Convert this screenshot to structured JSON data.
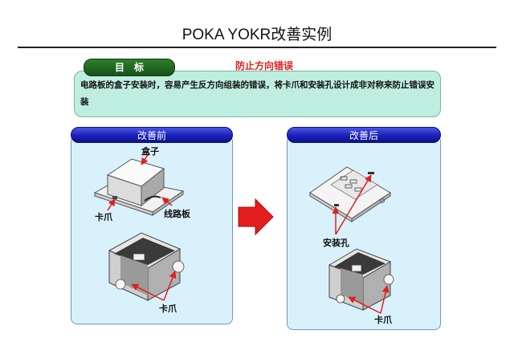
{
  "page": {
    "title": "POKA YOKR改善实例"
  },
  "goal": {
    "tab_label": "目　标",
    "heading": "防止方向错误",
    "text": "电路板的盒子安装时，容易产生反方向组装的错误，将卡爪和安装孔设计成非对称来防止错误安装"
  },
  "before": {
    "header": "改善前",
    "label_box": "盒子",
    "label_claw_top": "卡爪",
    "label_board": "线路板",
    "label_claw_bottom": "卡爪"
  },
  "after": {
    "header": "改善后",
    "label_hole": "安装孔",
    "label_claw": "卡爪"
  },
  "colors": {
    "goal_bg": "#bfeee0",
    "goal_tab": "#1f6b22",
    "panel_bg": "#d9f1fb",
    "panel_header": "#1a20b8",
    "arrow": "#e31e1e",
    "callout": "#e31e1e"
  },
  "icons": [
    "right-arrow-icon"
  ]
}
